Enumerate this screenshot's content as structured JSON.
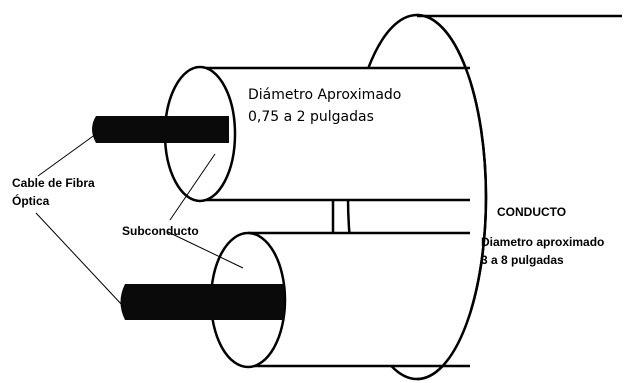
{
  "labels": {
    "sub_diameter_line1": "Diámetro Aproximado",
    "sub_diameter_line2": "0,75 a 2 pulgadas",
    "cable_line1": "Cable de Fibra",
    "cable_line2": "Óptica",
    "subconduct": "Subconducto",
    "conduit": "CONDUCTO",
    "conduit_diameter_line1": "Diametro aproximado",
    "conduit_diameter_line2": "3 a 8 pulgadas"
  },
  "colors": {
    "stroke": "#000000",
    "cable": "#0a0a0a",
    "background": "#ffffff"
  }
}
